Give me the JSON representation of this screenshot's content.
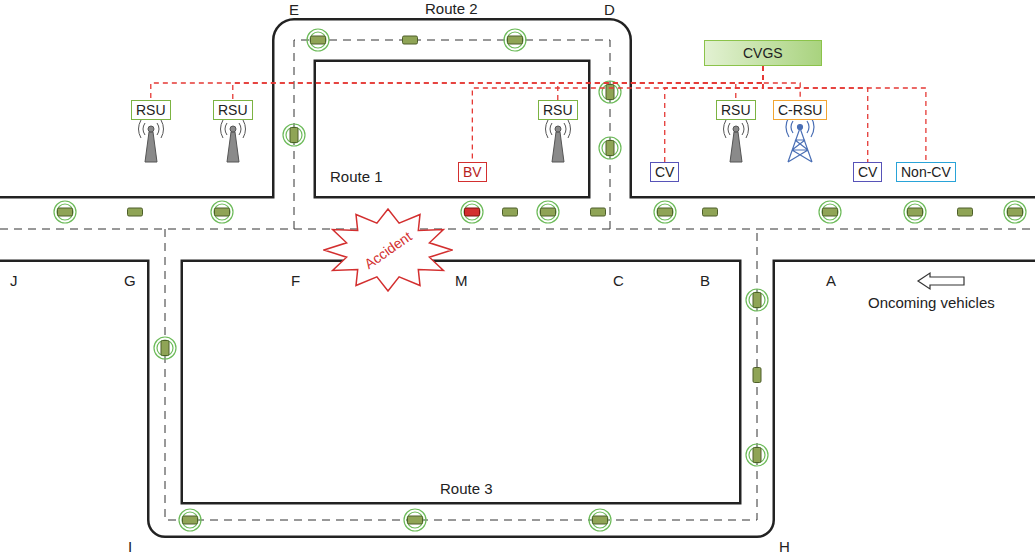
{
  "diagram": {
    "nodes": [
      {
        "text": [
          "CVGS"
        ]
      },
      {
        "text": [
          "RSU"
        ]
      },
      {
        "text": [
          "RSU"
        ]
      },
      {
        "text": [
          "BV"
        ]
      },
      {
        "text": [
          "RSU"
        ]
      },
      {
        "text": [
          "CV"
        ]
      },
      {
        "text": [
          "RSU"
        ]
      },
      {
        "text": [
          "C-RSU"
        ]
      },
      {
        "text": [
          "CV"
        ]
      },
      {
        "text": [
          "Non-CV"
        ]
      },
      {
        "text": [
          "Accident"
        ]
      }
    ],
    "edges": [
      {
        "from": 0,
        "to": 1,
        "arrow": "none"
      },
      {
        "from": 0,
        "to": 2,
        "arrow": "none"
      },
      {
        "from": 0,
        "to": 3,
        "arrow": "none"
      },
      {
        "from": 0,
        "to": 4,
        "arrow": "none"
      },
      {
        "from": 0,
        "to": 5,
        "arrow": "none"
      },
      {
        "from": 0,
        "to": 6,
        "arrow": "none"
      },
      {
        "from": 0,
        "to": 7,
        "arrow": "none"
      },
      {
        "from": 0,
        "to": 8,
        "arrow": "none"
      },
      {
        "from": 0,
        "to": 9,
        "arrow": "none"
      }
    ],
    "labels": [
      "Route 2",
      "E",
      "D",
      "Route 1",
      "J",
      "G",
      "F",
      "M",
      "C",
      "B",
      "A",
      "Oncoming vehicles",
      "Route 3",
      "I",
      "H"
    ]
  }
}
